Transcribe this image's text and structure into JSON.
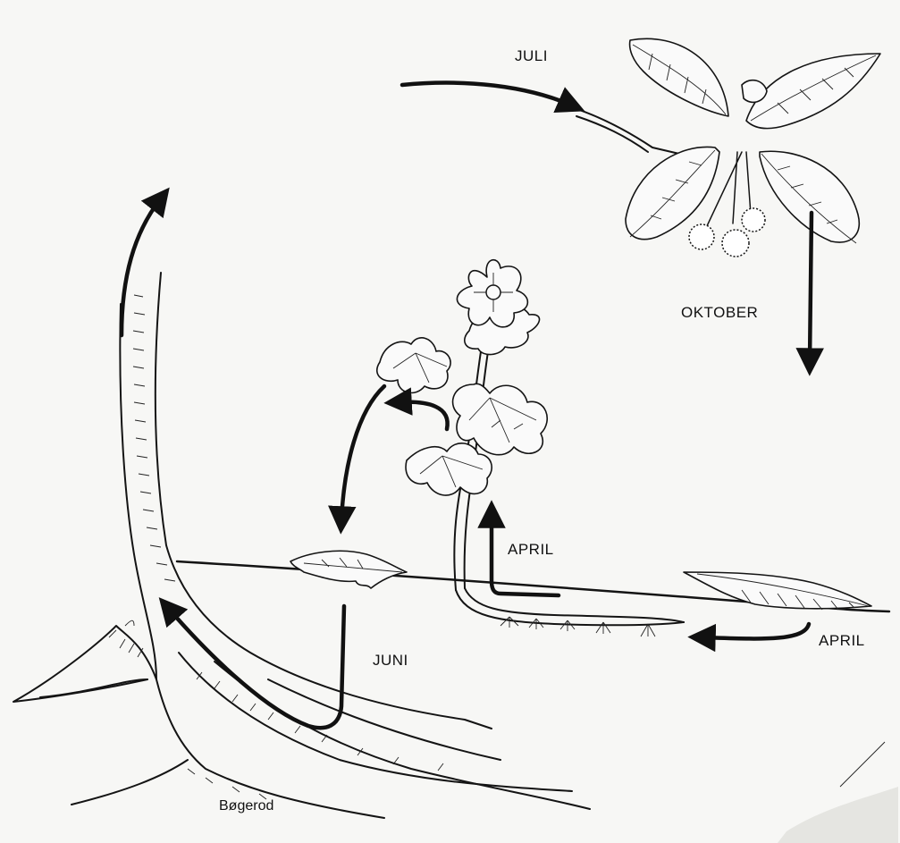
{
  "labels": {
    "juli": "JULI",
    "oktober": "OKTOBER",
    "april_stem": "APRIL",
    "april_ground": "APRIL",
    "juni": "JUNI",
    "beech_root": "Bøgerod"
  }
}
